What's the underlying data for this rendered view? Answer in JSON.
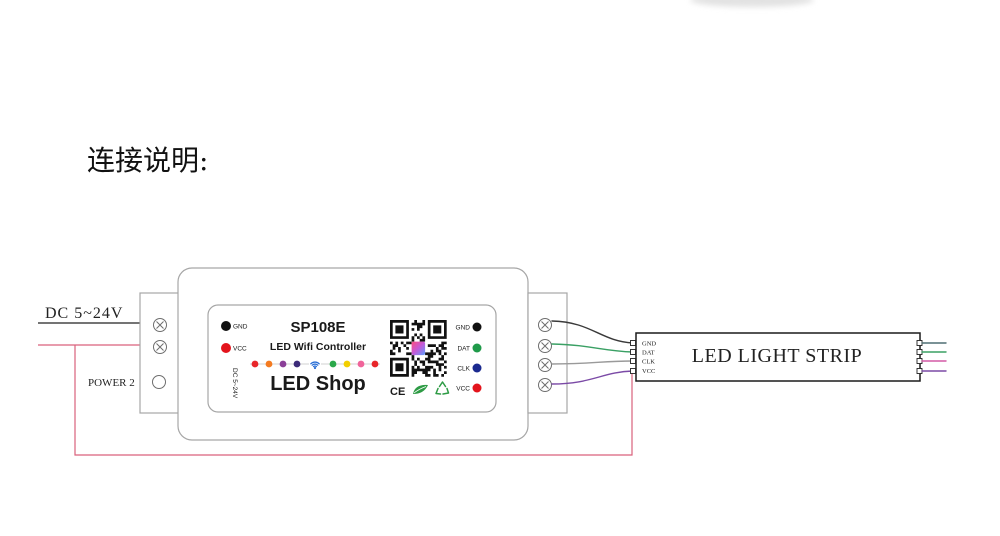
{
  "title": "连接说明:",
  "power": {
    "input_label": "DC 5~24V",
    "power2_label": "POWER 2",
    "ground_wire_color": "#222222",
    "positive_wire_color": "#d9627c"
  },
  "controller": {
    "model": "SP108E",
    "subtitle": "LED Wifi Controller",
    "brand": "LED Shop",
    "input_voltage": "DC 5~24V",
    "input_pins": [
      {
        "label": "GND",
        "color": "#111111"
      },
      {
        "label": "VCC",
        "color": "#e3141c"
      }
    ],
    "output_pins": [
      {
        "label": "GND",
        "color": "#111111"
      },
      {
        "label": "DAT",
        "color": "#1f9a4a"
      },
      {
        "label": "CLK",
        "color": "#1b2a8f"
      },
      {
        "label": "VCC",
        "color": "#e3141c"
      }
    ],
    "indicator_colors": [
      "#e8262a",
      "#f47b20",
      "#8b3f98",
      "#3b2a78",
      "#2aa84a",
      "#f2cf00",
      "#f0649a",
      "#e8262a"
    ],
    "wifi_icon_color": "#2b6fd6",
    "certification": "CE",
    "eco_icon_color": "#2e9b45",
    "icons": [
      "qr-code-icon",
      "wifi-icon",
      "rohs-leaf-icon",
      "recycle-icon"
    ]
  },
  "connection_wire_colors": [
    "#3a3a3a",
    "#3aa064",
    "#9a9a9a",
    "#7b4aa6"
  ],
  "strip": {
    "label": "LED LIGHT STRIP",
    "pins": [
      "GND",
      "DAT",
      "CLK",
      "VCC"
    ],
    "output_wire_colors": [
      "#4f6f73",
      "#3aa064",
      "#d45aa6",
      "#7b4aa6"
    ]
  }
}
